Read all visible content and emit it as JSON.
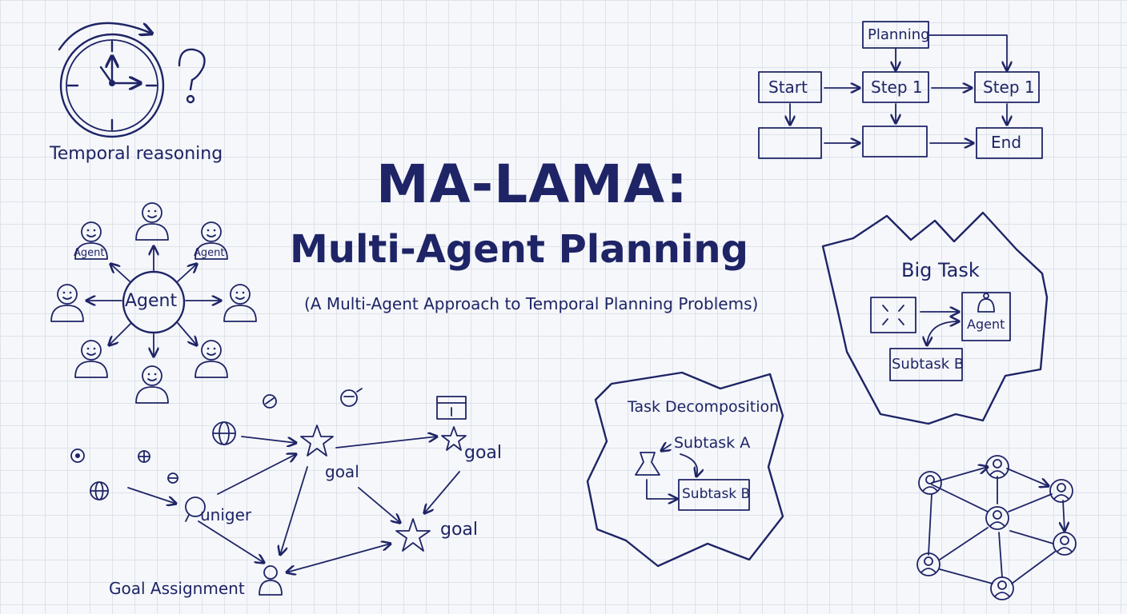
{
  "title": {
    "line1": "MA-LAMA:",
    "line2": "Multi-Agent Planning",
    "subtitle": "(A Multi-Agent Approach to Temporal Planning Problems)"
  },
  "temporal": {
    "label": "Temporal reasoning"
  },
  "flowchart": {
    "planning": "Planning",
    "start": "Start",
    "step1a": "Step 1",
    "step1b": "Step 1",
    "end": "End"
  },
  "agents": {
    "center": "Agent",
    "small_left": "Agent",
    "small_right": "Agent"
  },
  "goal_graph": {
    "goal_top": "goal",
    "goal_right": "goal",
    "goal_bottom": "goal",
    "node": "uniger",
    "assignment": "Goal Assignment"
  },
  "big_task": {
    "title": "Big Task",
    "agent": "Agent",
    "subtask": "Subtask B"
  },
  "decomposition": {
    "title": "Task Decomposition",
    "subtask_a": "Subtask A",
    "subtask_b": "Subtask B"
  }
}
